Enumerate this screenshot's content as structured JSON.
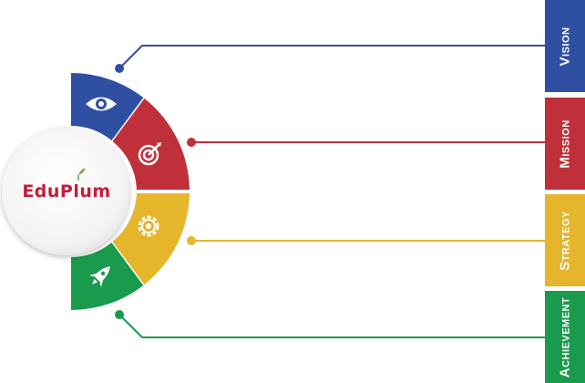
{
  "logo": {
    "text": "EduPlum"
  },
  "segments": [
    {
      "key": "vision",
      "label": "Vision",
      "color": "#2f4fa2",
      "icon": "eye-icon"
    },
    {
      "key": "mission",
      "label": "Mission",
      "color": "#c0303a",
      "icon": "target-icon"
    },
    {
      "key": "strategy",
      "label": "Strategy",
      "color": "#e5b52c",
      "icon": "gear-icon"
    },
    {
      "key": "achievement",
      "label": "Achievement",
      "color": "#1a9a4c",
      "icon": "rocket-icon"
    }
  ]
}
